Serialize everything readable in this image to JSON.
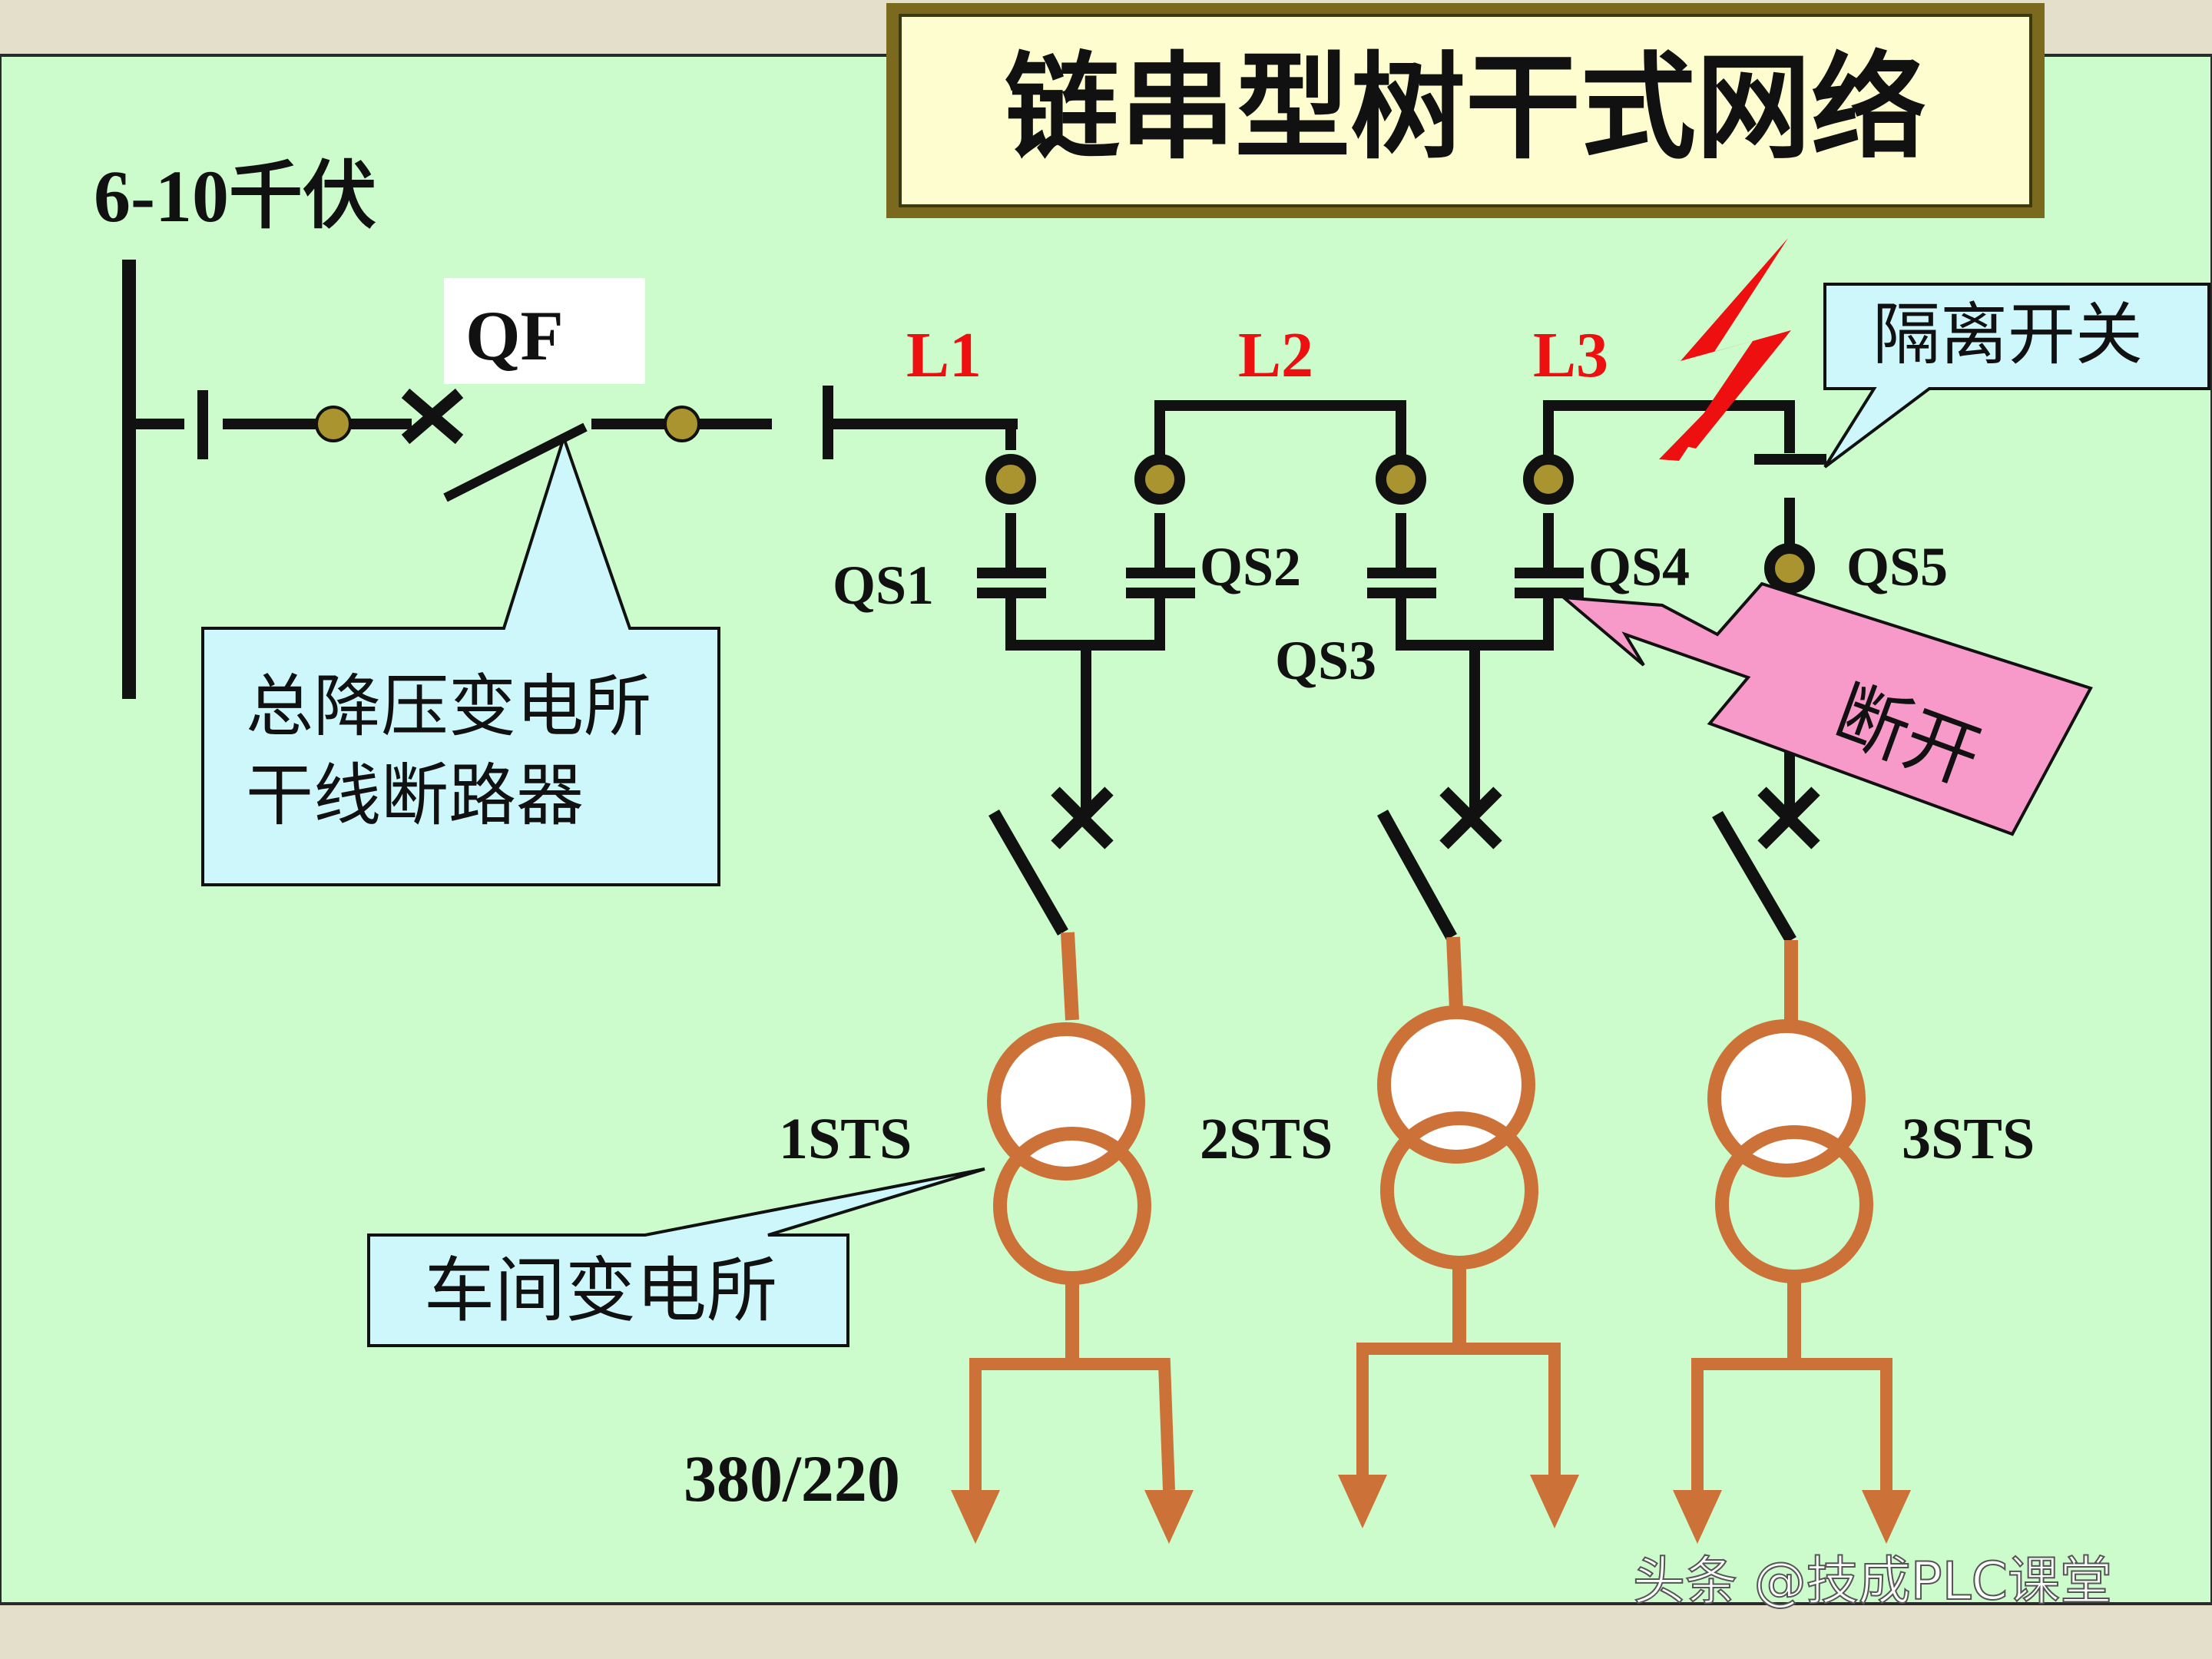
{
  "title": "链串型树干式网络",
  "source_voltage": "6-10千伏",
  "breaker_label": "QF",
  "lines": [
    "L1",
    "L2",
    "L3"
  ],
  "switches": [
    "QS1",
    "QS2",
    "QS3",
    "QS4",
    "QS5"
  ],
  "transformers": [
    "1STS",
    "2STS",
    "3STS"
  ],
  "output_voltage": "380/220",
  "callouts": {
    "main_breaker_line1": "总降压变电所",
    "main_breaker_line2": "干线断路器",
    "isolator": "隔离开关",
    "disconnect": "断开",
    "substation": "车间变电所"
  },
  "watermark": "头条 @技成PLC课堂",
  "colors": {
    "panel": "#ccfccc",
    "title_box": "#fdfdcf",
    "title_border": "#7b6a1d",
    "callout": "#cdf7fb",
    "disconnect_arrow": "#f79ac9",
    "line_label": "#ee1010",
    "transformer": "#cc7238",
    "fault_bolt": "#ee1010"
  }
}
